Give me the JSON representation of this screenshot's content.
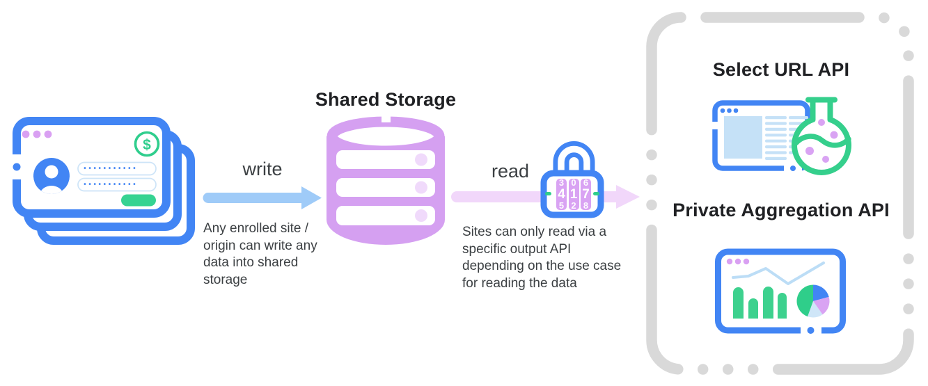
{
  "colors": {
    "blue": "#4285F4",
    "write_arrow_blue": "#9FCBF8",
    "light_blue_fill": "#C5E1F7",
    "chart_line_blue": "#BCDDF6",
    "green": "#34D08E",
    "db_purple": "#D5A0F1",
    "read_arrow_pink": "#F1D7FA",
    "window_dot_purple": "#D9A0F2",
    "dial_purple": "#D9A3F3",
    "dash_gray": "#D9D9D9",
    "body_text": "#3C4043",
    "title_text": "#202124"
  },
  "icons": {
    "site_stack": "stacked-browser-windows",
    "dollar_badge": "dollar-circle-icon",
    "avatar": "user-avatar-icon",
    "database": "database-cylinder-icon",
    "lock": "combination-lock-icon",
    "flask": "lab-flask-icon",
    "dashboard": "analytics-dashboard-icon"
  },
  "site_stack": {
    "currency_symbol": "$",
    "password_value_1": "•••••••••••",
    "password_value_2": "•••••••••••"
  },
  "write_flow": {
    "label": "write",
    "description": "Any enrolled site / origin can write any data into shared storage"
  },
  "storage": {
    "title": "Shared Storage"
  },
  "read_flow": {
    "label": "read",
    "description": "Sites can only read via a specific output API depending on the use case for reading the data",
    "lock": {
      "digits": [
        "4",
        "1",
        "7"
      ],
      "above": [
        "3",
        "0",
        "6"
      ],
      "below": [
        "5",
        "2",
        "8"
      ]
    }
  },
  "output_panel": {
    "select_url_title": "Select URL API",
    "private_aggregation_title": "Private Aggregation API"
  }
}
